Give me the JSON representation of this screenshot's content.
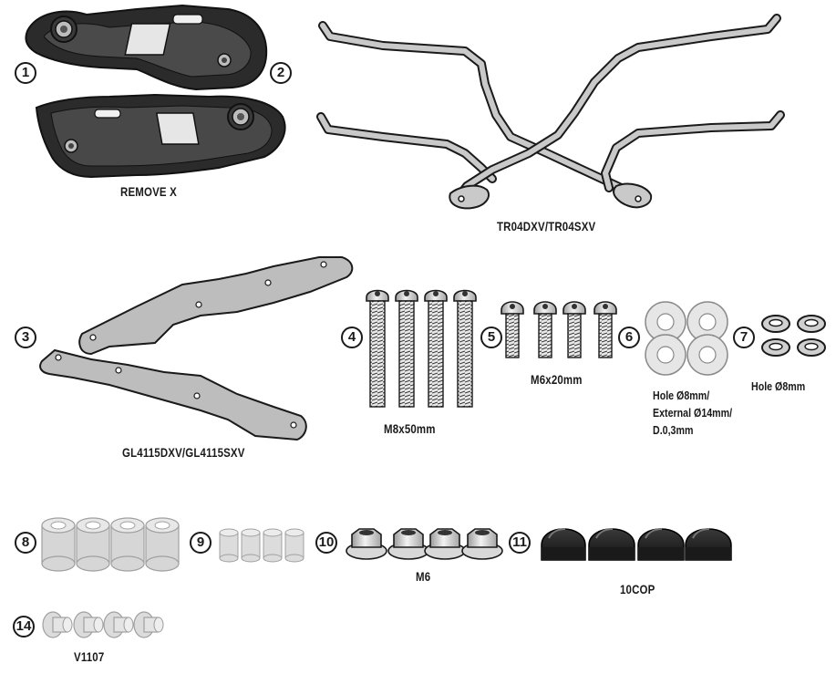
{
  "parts": [
    {
      "number": "1"
    },
    {
      "number": "2"
    },
    {
      "number": "3"
    },
    {
      "number": "4"
    },
    {
      "number": "5"
    },
    {
      "number": "6"
    },
    {
      "number": "7"
    },
    {
      "number": "8"
    },
    {
      "number": "9"
    },
    {
      "number": "10"
    },
    {
      "number": "11"
    },
    {
      "number": "14"
    }
  ],
  "labels": {
    "remove": "REMOVE X",
    "tube": "TR04DXV/TR04SXV",
    "plates": "GL4115DXV/GL4115SXV",
    "screw_long": "M8x50mm",
    "screw_short": "M6x20mm",
    "washer_line1": "Hole Ø8mm/",
    "washer_line2": "External Ø14mm/",
    "washer_line3": "D.0,3mm",
    "lockwasher": "Hole Ø8mm",
    "nut": "M6",
    "caps": "10COP",
    "bushing": "V1107"
  },
  "colors": {
    "outline": "#1a1a1a",
    "metal": "#c9c9c9",
    "plate": "#bdbdbd",
    "dark_part": "#2a2a2a",
    "plastic": "#e2e2e2"
  }
}
